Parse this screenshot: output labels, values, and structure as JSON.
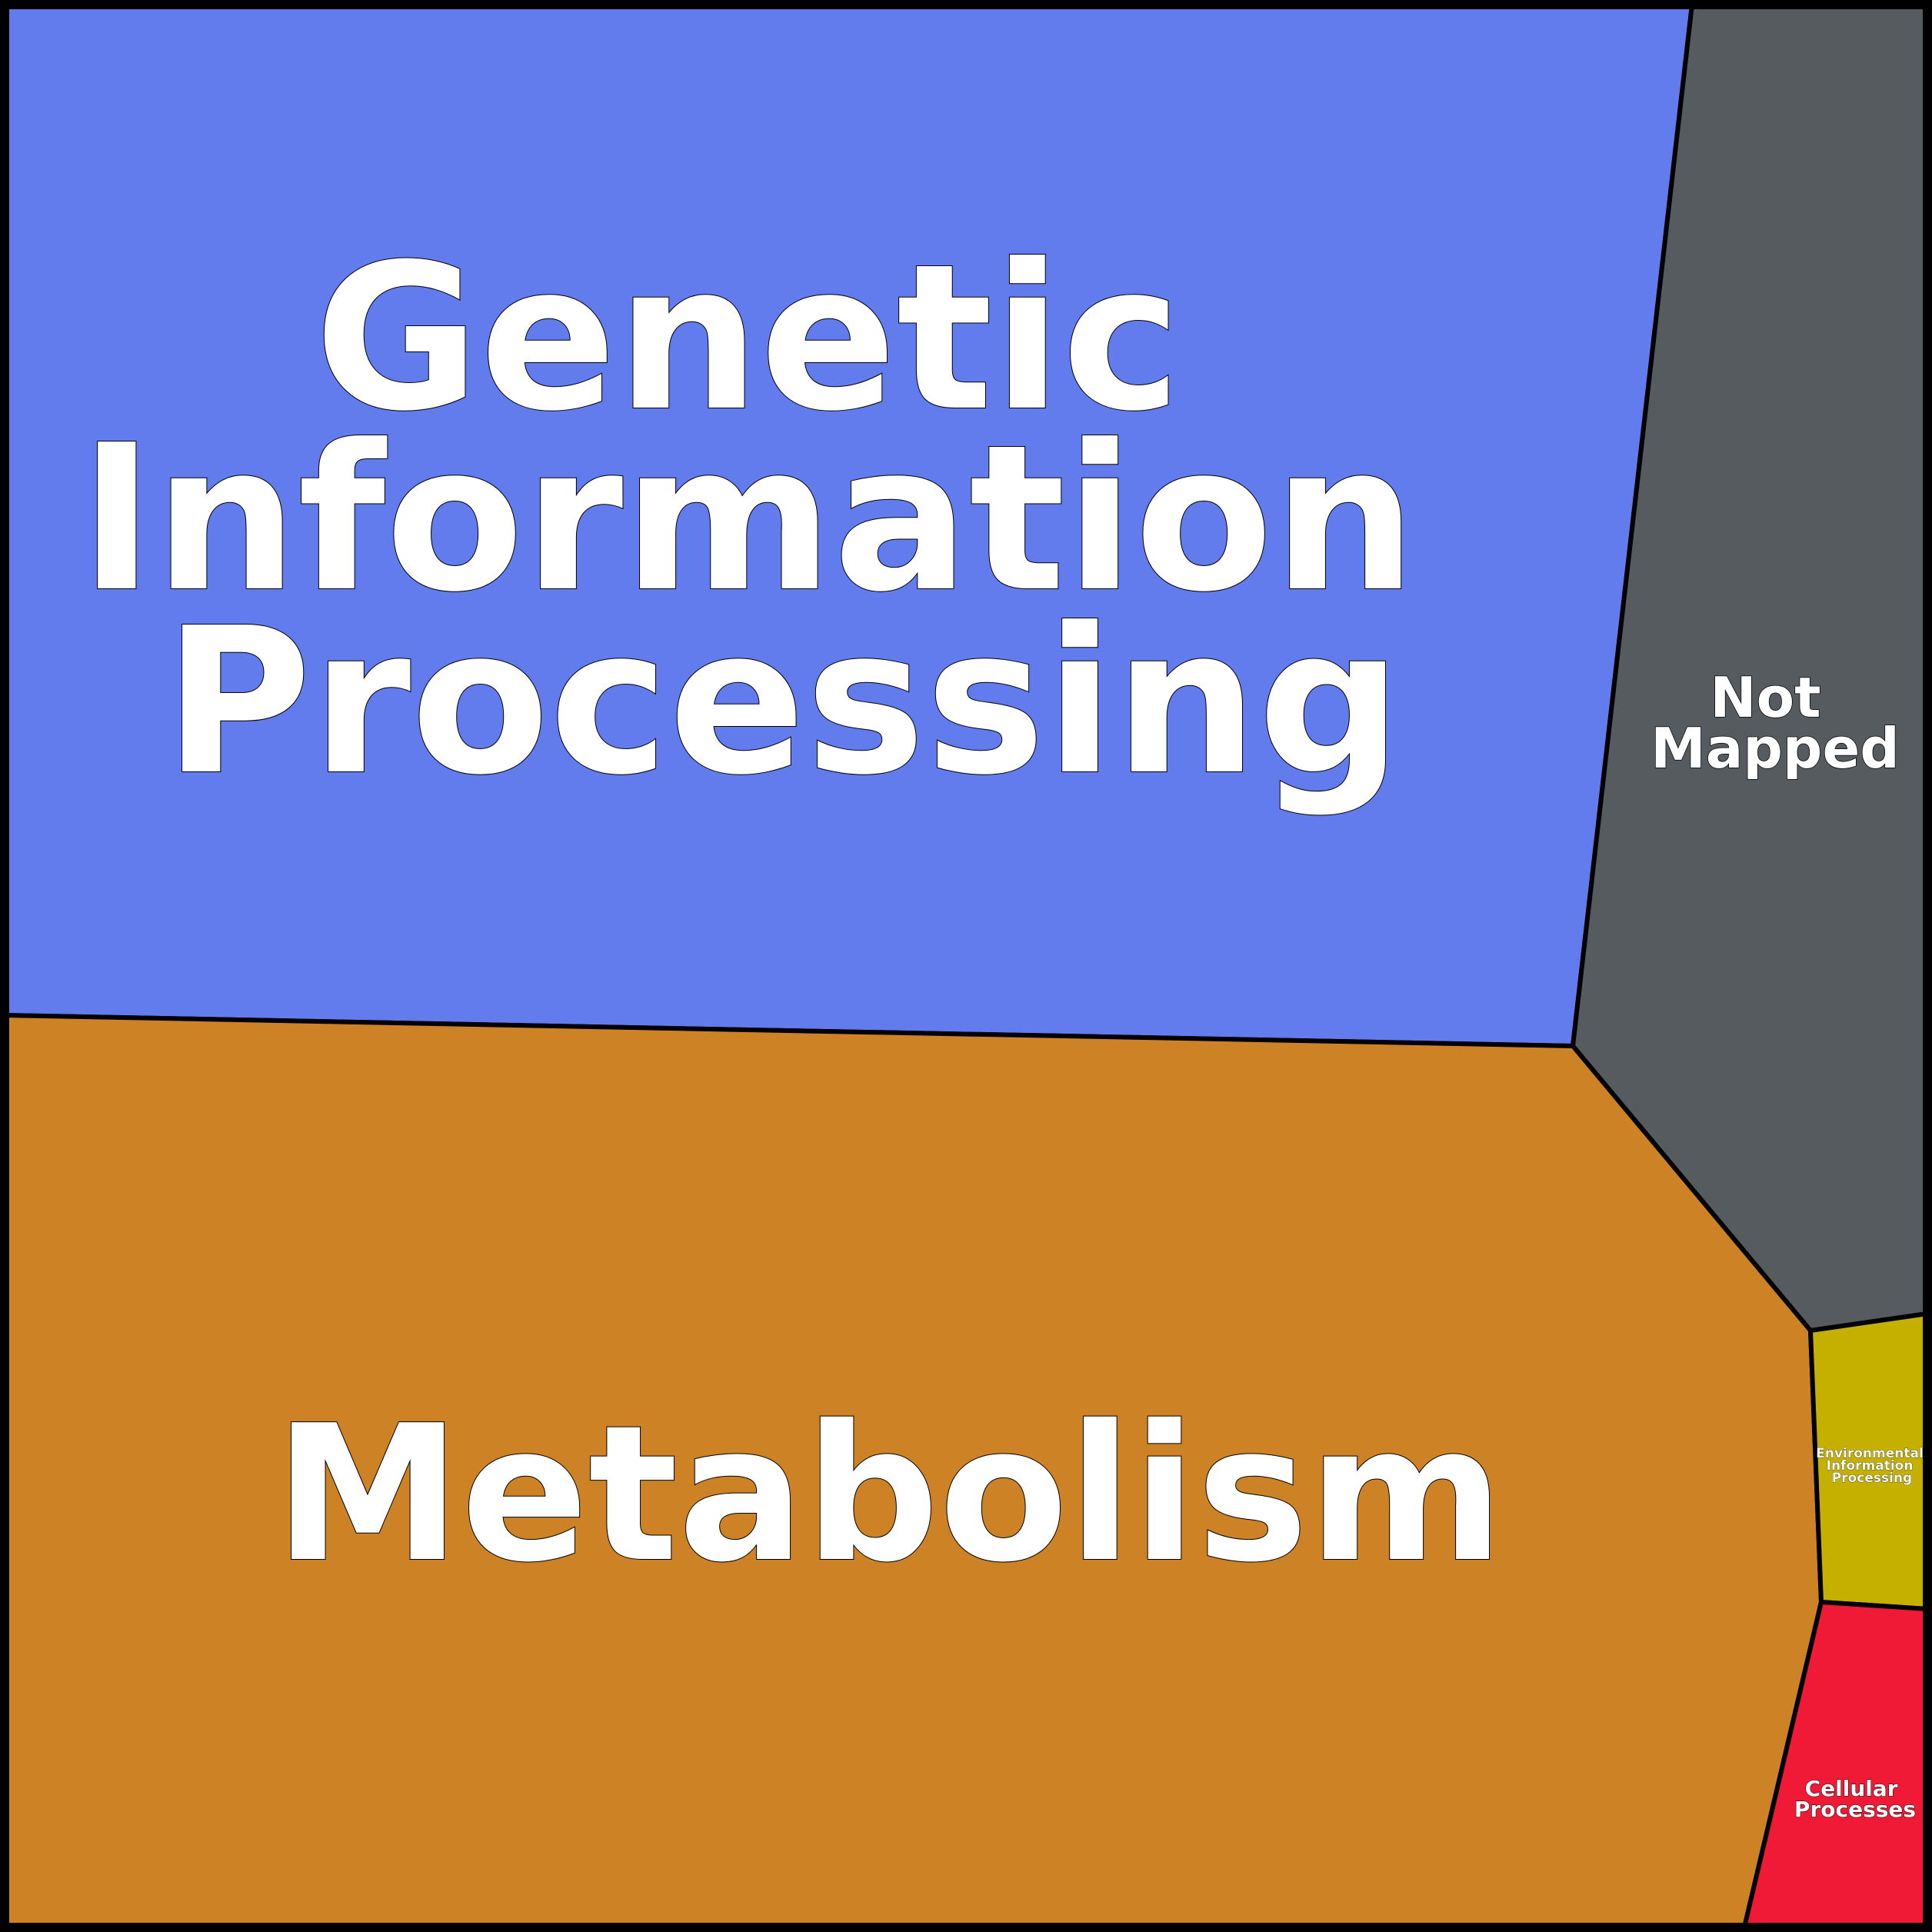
{
  "cells": [
    {
      "key": "genetic",
      "lines": [
        "Genetic",
        "Information",
        "Processing"
      ],
      "color": "#627cee"
    },
    {
      "key": "not_mapped",
      "lines": [
        "Not",
        "Mapped"
      ],
      "color": "#565b60"
    },
    {
      "key": "metabolism",
      "lines": [
        "Metabolism"
      ],
      "color": "#cd8225"
    },
    {
      "key": "environmental",
      "lines": [
        "Environmental",
        "Information",
        "Processing"
      ],
      "color": "#c5b000"
    },
    {
      "key": "cellular",
      "lines": [
        "Cellular",
        "Processes"
      ],
      "color": "#f01a37"
    }
  ],
  "border_color": "#000000",
  "label_color": "#ffffff"
}
